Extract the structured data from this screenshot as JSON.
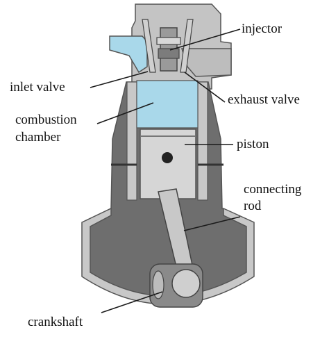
{
  "labels": {
    "injector": "injector",
    "inlet_valve": "inlet valve",
    "exhaust_valve": "exhaust valve",
    "combustion_line1": "combustion",
    "combustion_line2": "chamber",
    "piston": "piston",
    "connecting_line1": "connecting",
    "connecting_line2": "rod",
    "crankshaft": "crankshaft"
  },
  "colors": {
    "housing_dark": "#6e6e6e",
    "housing_light": "#c8c8c8",
    "chamber": "#a9d8ea",
    "outline": "#555555",
    "leader": "#1a1a1a"
  }
}
